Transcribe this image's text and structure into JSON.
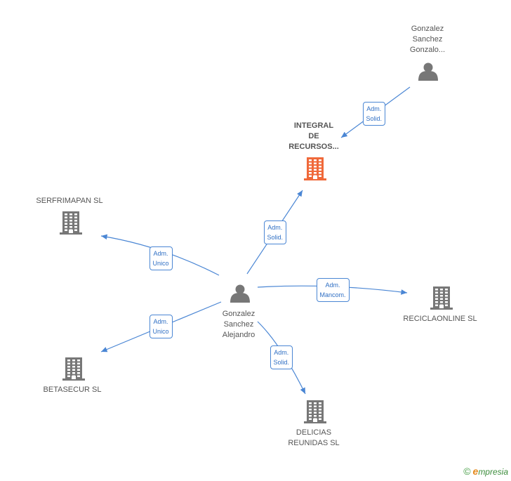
{
  "colors": {
    "person": "#777777",
    "company": "#777777",
    "company_highlight": "#f0693a",
    "edge": "#4a86d4"
  },
  "nodes": [
    {
      "id": "gsa",
      "type": "person",
      "label_lines": [
        "Gonzalez",
        "Sanchez",
        "Alejandro"
      ]
    },
    {
      "id": "gsg",
      "type": "person",
      "label_lines": [
        "Gonzalez",
        "Sanchez",
        "Gonzalo..."
      ]
    },
    {
      "id": "integral",
      "type": "company",
      "highlight": true,
      "label_lines": [
        "INTEGRAL",
        "DE",
        "RECURSOS..."
      ]
    },
    {
      "id": "serfrimapan",
      "type": "company",
      "label_lines": [
        "SERFRIMAPAN SL"
      ]
    },
    {
      "id": "reciclaonline",
      "type": "company",
      "label_lines": [
        "RECICLAONLINE SL"
      ]
    },
    {
      "id": "betasecur",
      "type": "company",
      "label_lines": [
        "BETASECUR SL"
      ]
    },
    {
      "id": "delicias",
      "type": "company",
      "label_lines": [
        "DELICIAS",
        "REUNIDAS SL"
      ]
    }
  ],
  "edges": [
    {
      "from": "gsg",
      "to": "integral",
      "label_lines": [
        "Adm.",
        "Solid."
      ]
    },
    {
      "from": "gsa",
      "to": "integral",
      "label_lines": [
        "Adm.",
        "Solid."
      ]
    },
    {
      "from": "gsa",
      "to": "serfrimapan",
      "label_lines": [
        "Adm.",
        "Unico"
      ]
    },
    {
      "from": "gsa",
      "to": "reciclaonline",
      "label_lines": [
        "Adm.",
        "Mancom."
      ]
    },
    {
      "from": "gsa",
      "to": "betasecur",
      "label_lines": [
        "Adm.",
        "Unico"
      ]
    },
    {
      "from": "gsa",
      "to": "delicias",
      "label_lines": [
        "Adm.",
        "Solid."
      ]
    }
  ],
  "footer": {
    "copyright_symbol": "©",
    "brand_initial": "e",
    "brand_rest": "mpresia"
  }
}
